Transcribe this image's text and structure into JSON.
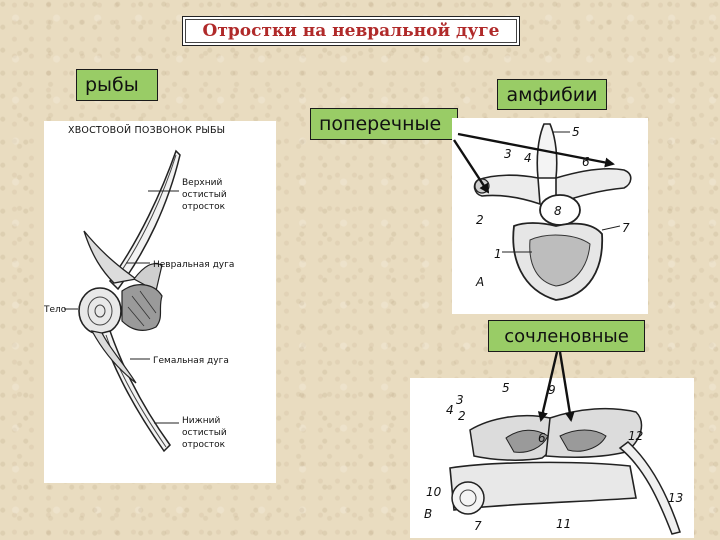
{
  "title": "Отростки на невральной дуге",
  "labels": {
    "fish": "рыбы",
    "amphibians": "амфибии",
    "transverse": "поперечные",
    "articular": "сочленовные"
  },
  "fish_figure": {
    "title": "ХВОСТОВОЙ ПОЗВОНОК РЫБЫ",
    "upper_spinous_1": "Верхний",
    "upper_spinous_2": "остистый",
    "upper_spinous_3": "отросток",
    "neural_arch": "Невральная дуга",
    "body": "Тело",
    "haemal_arch": "Гемальная дуга",
    "lower_spinous_1": "Нижний",
    "lower_spinous_2": "остистый",
    "lower_spinous_3": "отросток"
  },
  "amph_top": {
    "n1": "1",
    "n2": "2",
    "n3": "3",
    "n4": "4",
    "n5": "5",
    "n6": "6",
    "n7": "7",
    "n8": "8",
    "letter": "А"
  },
  "amph_bottom": {
    "n2": "2",
    "n3": "3",
    "n4": "4",
    "n5": "5",
    "n6": "6",
    "n7": "7",
    "n9": "9",
    "n10": "10",
    "n11": "11",
    "n12": "12",
    "n13": "13",
    "letter": "В"
  },
  "colors": {
    "box_fill": "#99cc66",
    "title_text": "#b02a2a",
    "background": "#e9dcc0"
  }
}
